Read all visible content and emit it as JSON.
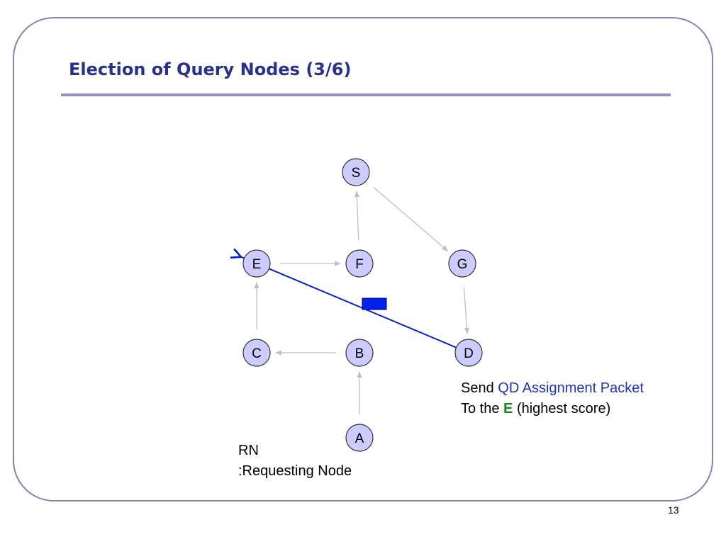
{
  "slide": {
    "title": "Election of Query Nodes (3/6)",
    "page_number": "13"
  },
  "diagram": {
    "nodes": [
      {
        "id": "S",
        "label": "S"
      },
      {
        "id": "E",
        "label": "E"
      },
      {
        "id": "F",
        "label": "F"
      },
      {
        "id": "G",
        "label": "G"
      },
      {
        "id": "C",
        "label": "C"
      },
      {
        "id": "B",
        "label": "B"
      },
      {
        "id": "D",
        "label": "D"
      },
      {
        "id": "A",
        "label": "A"
      }
    ],
    "edges": [
      {
        "from": "A",
        "to": "B",
        "style": "gray"
      },
      {
        "from": "B",
        "to": "C",
        "style": "gray"
      },
      {
        "from": "C",
        "to": "E",
        "style": "gray"
      },
      {
        "from": "E",
        "to": "F",
        "style": "gray"
      },
      {
        "from": "F",
        "to": "S",
        "style": "gray"
      },
      {
        "from": "S",
        "to": "G",
        "style": "gray"
      },
      {
        "from": "G",
        "to": "D",
        "style": "gray"
      },
      {
        "from": "D",
        "to": "E",
        "style": "blue"
      }
    ],
    "colors": {
      "node_fill": "#ccccff",
      "node_stroke": "#333333",
      "gray_edge": "#c0c0c0",
      "blue_edge": "#0022cc",
      "packet": "#0022ee"
    }
  },
  "captions": {
    "rn_line1": "RN",
    "rn_line2": ":Requesting Node",
    "send_prefix": "Send ",
    "send_highlight": "QD Assignment Packet",
    "to_prefix": "To the ",
    "to_highlight": "E",
    "to_suffix": " (highest score)"
  }
}
